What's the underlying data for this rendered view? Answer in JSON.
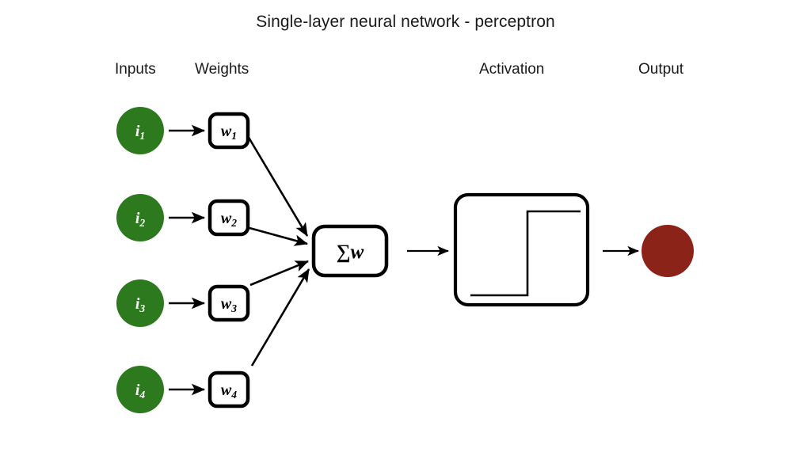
{
  "title": "Single-layer neural network - perceptron",
  "background_color": "#ffffff",
  "headers": {
    "inputs": "Inputs",
    "weights": "Weights",
    "activation": "Activation",
    "output": "Output"
  },
  "colors": {
    "input_node": "#2d7a1e",
    "output_node": "#8c2318",
    "stroke": "#000000",
    "node_text": "#ffffff",
    "title_text": "#1a1a1a"
  },
  "inputs": [
    {
      "base": "i",
      "sub": "1",
      "label": "i1"
    },
    {
      "base": "i",
      "sub": "2",
      "label": "i2"
    },
    {
      "base": "i",
      "sub": "3",
      "label": "i3"
    },
    {
      "base": "i",
      "sub": "4",
      "label": "i4"
    }
  ],
  "weights": [
    {
      "base": "w",
      "sub": "1",
      "label": "w1"
    },
    {
      "base": "w",
      "sub": "2",
      "label": "w2"
    },
    {
      "base": "w",
      "sub": "3",
      "label": "w3"
    },
    {
      "base": "w",
      "sub": "4",
      "label": "w4"
    }
  ],
  "summation": {
    "symbol": "∑",
    "operand": "w",
    "label": "∑w"
  },
  "activation": {
    "function_name": "step",
    "description": "Heaviside step function curve"
  },
  "output": {
    "label": ""
  }
}
